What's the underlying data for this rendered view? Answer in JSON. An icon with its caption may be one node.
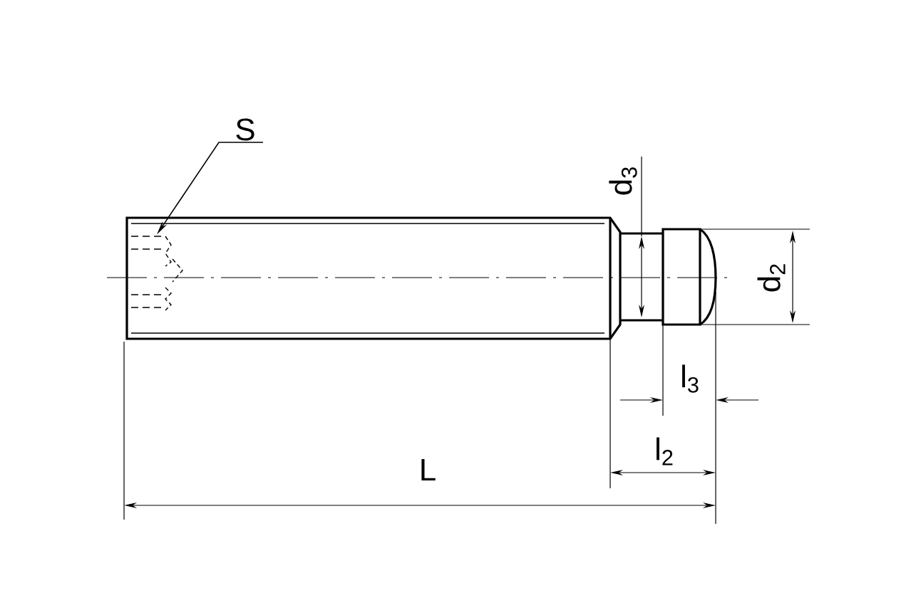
{
  "diagram": {
    "nodes": [
      {
        "text": [
          "S"
        ]
      },
      {
        "text": [],
        "shape": "picture"
      }
    ],
    "edges": [
      {
        "from": 0,
        "to": 1,
        "arrow": "to"
      }
    ],
    "labels": [
      "d$_{3}$",
      "d$_{2}$",
      "l$_{3}$",
      "l$_{2}$",
      "L"
    ]
  }
}
